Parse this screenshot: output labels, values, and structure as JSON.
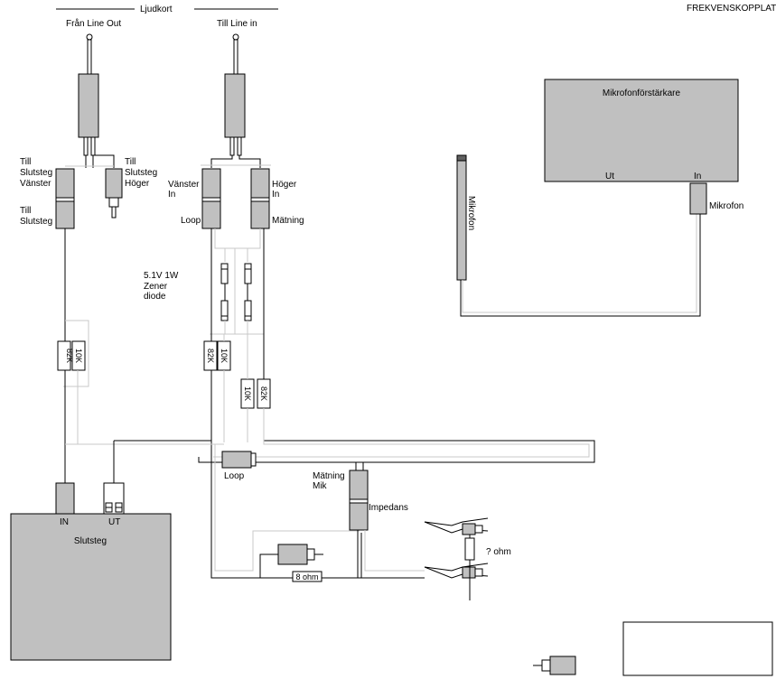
{
  "header": {
    "title": "FREKVENSKOPPLAT",
    "bracket_label": "Ljudkort"
  },
  "labels": {
    "line_out": "Från Line Out",
    "line_in": "Till Line in",
    "till": "Till",
    "slutsteg": "Slutsteg",
    "vanster": "Vänster",
    "hoger": "Höger",
    "till_slutsteg_1": "Till",
    "till_slutsteg_2": "Slutsteg",
    "vanster_in_1": "Vänster",
    "vanster_in_2": "In",
    "hoger_in_1": "Höger",
    "hoger_in_2": "In",
    "loop_jack": "Loop",
    "matning_jack": "Mätning",
    "zener_1": "5.1V 1W",
    "zener_2": "Zener",
    "zener_3": "diode",
    "loop_box": "Loop",
    "matning_mik_1": "Mätning",
    "matning_mik_2": "Mik",
    "impedans": "Impedans",
    "unknown_ohm": "? ohm",
    "eight_ohm": "8 ohm",
    "amp_in": "IN",
    "amp_ut": "UT",
    "amp_title": "Slutsteg",
    "mic_amp_title": "Mikrofonförstärkare",
    "mic_amp_ut": "Ut",
    "mic_amp_in": "In",
    "mikrofon": "Mikrofon",
    "mikrofon_vertical": "Mikrofon"
  },
  "resistors": {
    "r1": "82K",
    "r2": "10K",
    "r3": "82K",
    "r4": "10K",
    "r5": "10K",
    "r6": "82K"
  }
}
